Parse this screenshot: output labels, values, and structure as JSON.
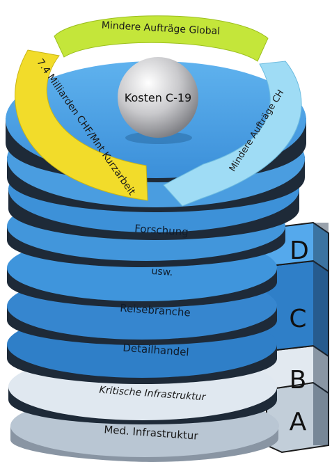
{
  "center": {
    "label": "Kosten C-19"
  },
  "arcs": {
    "top": "Mindere Aufträge Global",
    "left": "7.4 Milliarden CHF/Mnt Kurzarbeit",
    "right": "Mindere Aufträge CH"
  },
  "layers": [
    {
      "label": "Forschung"
    },
    {
      "label": "usw."
    },
    {
      "label": "Reisebranche"
    },
    {
      "label": "Detailhandel"
    },
    {
      "label": "Kritische Infrastruktur"
    },
    {
      "label": "Med. Infrastruktur"
    }
  ],
  "tiers": [
    {
      "letter": "D"
    },
    {
      "letter": "C"
    },
    {
      "letter": "B"
    },
    {
      "letter": "A"
    }
  ],
  "colors": {
    "top_disc": "#4da3e6",
    "layer_d": "#3f95dc",
    "layer_c": "#2f7fc8",
    "layer_b": "#dfe8f0",
    "layer_a": "#b9c6d3",
    "arc_top": "#c4e63a",
    "arc_left": "#f2dc2a",
    "arc_right": "#9fdcf5"
  }
}
